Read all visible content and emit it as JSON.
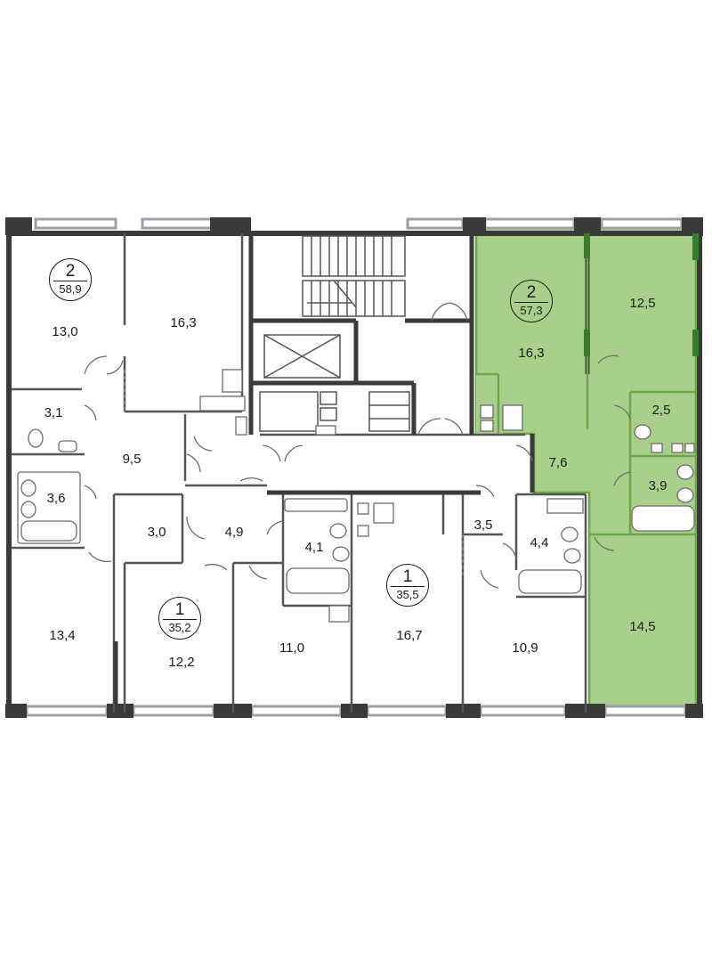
{
  "colors": {
    "highlight": "#a9d08a",
    "highlight_border": "#6fa64b",
    "wall": "#3a3a3a",
    "window": "#9aa0a6",
    "fixture": "#6b6b6b"
  },
  "apartments": [
    {
      "id": "apt-2-left",
      "rooms": "2",
      "area": "58,9",
      "highlighted": false
    },
    {
      "id": "apt-2-right",
      "rooms": "2",
      "area": "57,3",
      "highlighted": true
    },
    {
      "id": "apt-1-left",
      "rooms": "1",
      "area": "35,2",
      "highlighted": false
    },
    {
      "id": "apt-1-mid",
      "rooms": "1",
      "area": "35,5",
      "highlighted": false
    }
  ],
  "rooms": [
    {
      "id": "r-13-0",
      "value": "13,0"
    },
    {
      "id": "r-16-3-left",
      "value": "16,3"
    },
    {
      "id": "r-3-1",
      "value": "3,1"
    },
    {
      "id": "r-9-5",
      "value": "9,5"
    },
    {
      "id": "r-3-6",
      "value": "3,6"
    },
    {
      "id": "r-13-4",
      "value": "13,4"
    },
    {
      "id": "r-3-0",
      "value": "3,0"
    },
    {
      "id": "r-4-9",
      "value": "4,9"
    },
    {
      "id": "r-12-2",
      "value": "12,2"
    },
    {
      "id": "r-4-1",
      "value": "4,1"
    },
    {
      "id": "r-11-0",
      "value": "11,0"
    },
    {
      "id": "r-16-7",
      "value": "16,7"
    },
    {
      "id": "r-3-5",
      "value": "3,5"
    },
    {
      "id": "r-4-4",
      "value": "4,4"
    },
    {
      "id": "r-10-9",
      "value": "10,9"
    },
    {
      "id": "r-16-3-right",
      "value": "16,3"
    },
    {
      "id": "r-12-5",
      "value": "12,5"
    },
    {
      "id": "r-2-5",
      "value": "2,5"
    },
    {
      "id": "r-7-6",
      "value": "7,6"
    },
    {
      "id": "r-3-9",
      "value": "3,9"
    },
    {
      "id": "r-14-5",
      "value": "14,5"
    }
  ]
}
